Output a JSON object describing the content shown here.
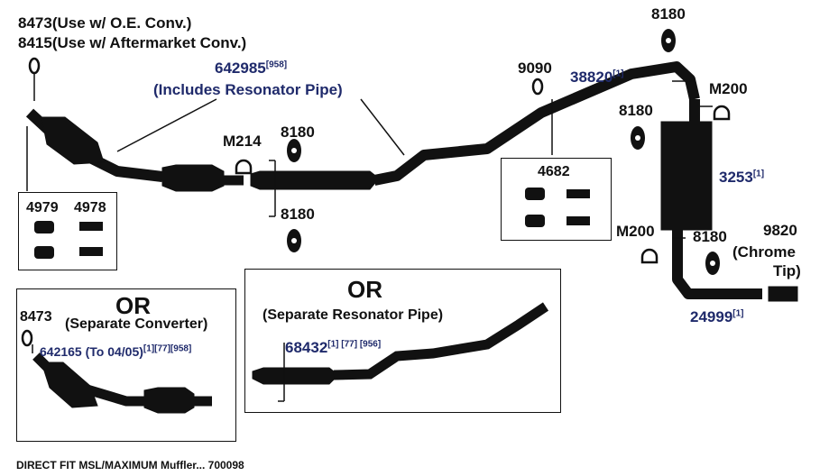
{
  "colors": {
    "pipe": "#111111",
    "part_number_blue": "#1f2a6b",
    "text_black": "#111111"
  },
  "labels": {
    "p8473_top": "8473",
    "p8473_top_note": "(Use w/ O.E. Conv.)",
    "p8415": "8415",
    "p8415_note": "(Use w/ Aftermarket Conv.)",
    "p642985": "642985",
    "p642985_ref": "[958]",
    "p642985_note": "(Includes Resonator Pipe)",
    "m214": "M214",
    "p8180_mid_top": "8180",
    "p8180_mid_bottom": "8180",
    "p4979": "4979",
    "p4978": "4978",
    "p9090": "9090",
    "p38820": "38820",
    "p38820_ref": "[1]",
    "p8180_top_right": "8180",
    "m200_top": "M200",
    "p8180_right_mid": "8180",
    "p3253": "3253",
    "p3253_ref": "[1]",
    "p4682": "4682",
    "m200_bottom": "M200",
    "p8180_right_low": "8180",
    "p9820": "9820",
    "p9820_note_1": "(Chrome",
    "p9820_note_2": "Tip)",
    "p24999": "24999",
    "p24999_ref": "[1]",
    "or_left": "OR",
    "p8473_left": "8473",
    "p8473_left_note": "(Separate Converter)",
    "p642165": "642165 (To 04/05)",
    "p642165_ref": "[1][77][958]",
    "or_middle": "OR",
    "separate_resonator": "(Separate Resonator Pipe)",
    "p68432": "68432",
    "p68432_ref": "[1] [77] [956]",
    "footer": "DIRECT FIT MSL/MAXIMUM Muffler... 700098"
  },
  "icons": [
    "gasket-ring-icon",
    "clamp-icon",
    "hanger-icon",
    "bolt-icon",
    "spring-icon"
  ]
}
